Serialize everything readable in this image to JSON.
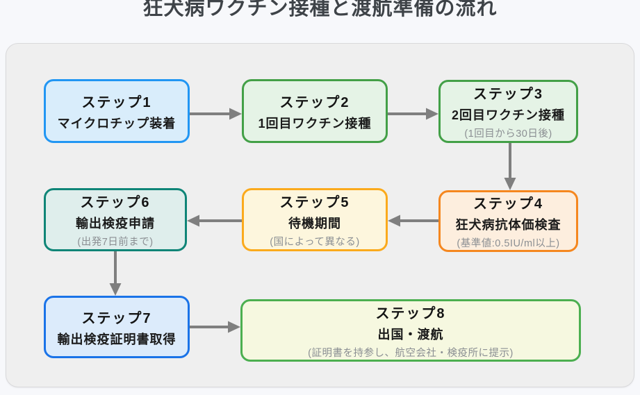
{
  "title": "狂犬病ワクチン接種と渡航準備の流れ",
  "colors": {
    "page_bg": "#f7f8fb",
    "canvas_bg": "#efefef",
    "canvas_border": "#d9d9db",
    "arrow": "#7f7f7f",
    "title_text": "#3e4348",
    "note_text": "#8b8f93"
  },
  "steps": [
    {
      "label": "ステップ1",
      "text": "マイクロチップ装着",
      "note": "",
      "border": "#2196f3",
      "fill": "#d9edfb"
    },
    {
      "label": "ステップ2",
      "text": "1回目ワクチン接種",
      "note": "",
      "border": "#43a047",
      "fill": "#e5f3e6"
    },
    {
      "label": "ステップ3",
      "text": "2回目ワクチン接種",
      "note": "(1回目から30日後)",
      "border": "#43a047",
      "fill": "#e5f3e6"
    },
    {
      "label": "ステップ4",
      "text": "狂犬病抗体価検査",
      "note": "(基準値:0.5IU/ml以上)",
      "border": "#f5871f",
      "fill": "#fdeede"
    },
    {
      "label": "ステップ5",
      "text": "待機期間",
      "note": "(国によって異なる)",
      "border": "#fbaa1c",
      "fill": "#fdf6dd"
    },
    {
      "label": "ステップ6",
      "text": "輸出検疫申請",
      "note": "(出発7日前まで)",
      "border": "#0f8577",
      "fill": "#dfeeec"
    },
    {
      "label": "ステップ7",
      "text": "輸出検疫証明書取得",
      "note": "",
      "border": "#1a73e8",
      "fill": "#dcebfb"
    },
    {
      "label": "ステップ8",
      "text": "出国・渡航",
      "note": "(証明書を持参し、航空会社・検疫所に提示)",
      "border": "#4caf50",
      "fill": "#f6f8e0"
    }
  ]
}
